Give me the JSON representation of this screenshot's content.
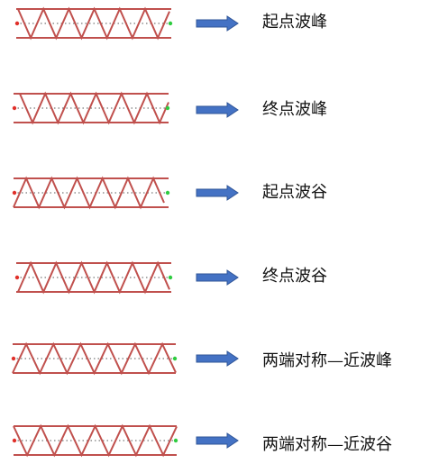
{
  "colors": {
    "rail": "#c0504d",
    "wave": "#c0504d",
    "centerline": "#8f8f8f",
    "start_dot": "#e0302a",
    "end_dot": "#2ecc40",
    "arrow_fill": "#4472c4",
    "arrow_stroke": "#2f5597"
  },
  "rows": [
    {
      "label": "起点波峰",
      "wave_start": "peak",
      "symmetric": false
    },
    {
      "label": "终点波峰",
      "wave_start": "peak",
      "symmetric": false
    },
    {
      "label": "起点波谷",
      "wave_start": "trough",
      "symmetric": false
    },
    {
      "label": "终点波谷",
      "wave_start": "trough",
      "symmetric": false
    },
    {
      "label": "两端对称—近波峰",
      "wave_start": "trough",
      "symmetric": true
    },
    {
      "label": "两端对称—近波谷",
      "wave_start": "peak",
      "symmetric": true
    }
  ]
}
